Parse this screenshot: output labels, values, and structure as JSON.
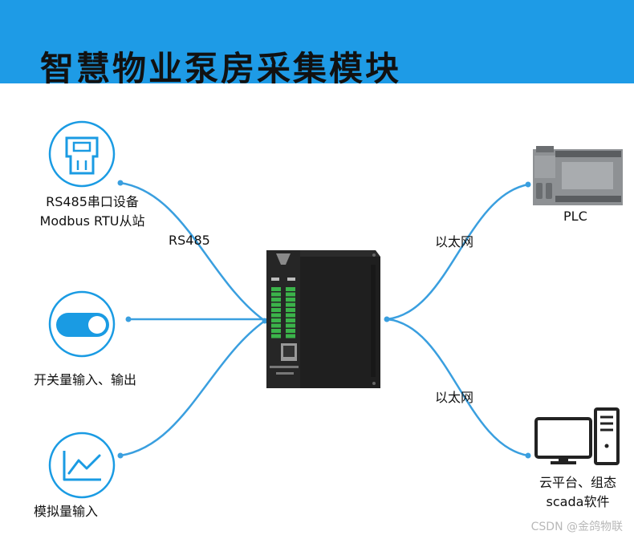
{
  "banner": {
    "title": "智慧物业泵房采集模块",
    "color": "#1e9be6"
  },
  "left_nodes": {
    "rs485": {
      "icon": "serial-port-icon",
      "line1": "RS485串口设备",
      "line2": "Modbus RTU从站"
    },
    "switch": {
      "icon": "toggle-switch-icon",
      "label": "开关量输入、输出"
    },
    "analog": {
      "icon": "line-chart-icon",
      "label": "模拟量输入"
    }
  },
  "right_nodes": {
    "plc": {
      "icon": "plc-device-icon",
      "label": "PLC"
    },
    "pc": {
      "icon": "computer-icon",
      "line1": "云平台、组态",
      "line2": "scada软件"
    }
  },
  "connections": {
    "rs485_label": "RS485",
    "ethernet_top_label": "以太网",
    "ethernet_bottom_label": "以太网"
  },
  "device": {
    "icon": "io-module-device-icon"
  },
  "watermark": "CSDN @金鸽物联",
  "colors": {
    "line": "#3a9fdf",
    "icon": "#1a9be3",
    "device": "#1d1d1d",
    "terminal": "#3bb44a"
  }
}
